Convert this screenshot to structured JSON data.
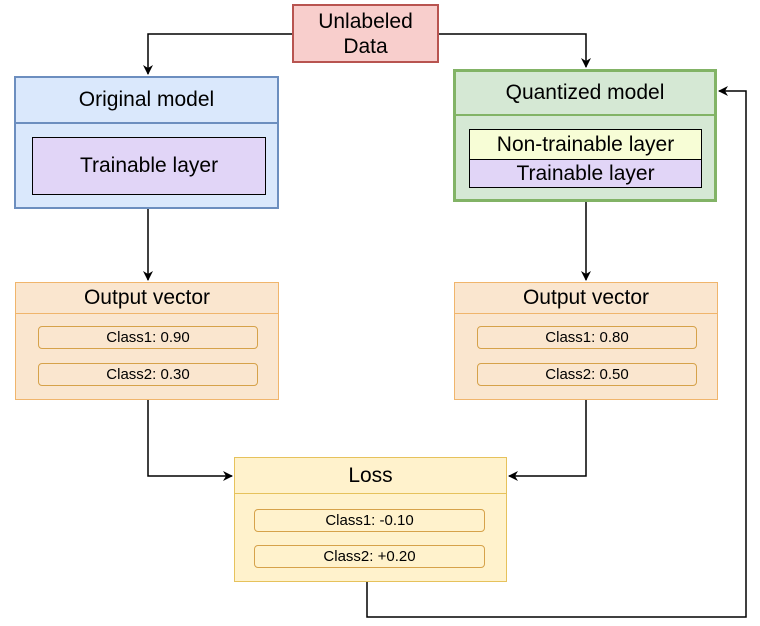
{
  "unlabeled_data": {
    "line1": "Unlabeled",
    "line2": "Data"
  },
  "original_model": {
    "title": "Original model",
    "layers": {
      "trainable": "Trainable layer"
    }
  },
  "quantized_model": {
    "title": "Quantized model",
    "layers": {
      "non_trainable": "Non-trainable layer",
      "trainable": "Trainable layer"
    }
  },
  "output_vector_original": {
    "title": "Output vector",
    "class1": "Class1: 0.90",
    "class2": "Class2: 0.30"
  },
  "output_vector_quantized": {
    "title": "Output vector",
    "class1": "Class1: 0.80",
    "class2": "Class2: 0.50"
  },
  "loss": {
    "title": "Loss",
    "class1": "Class1: -0.10",
    "class2": "Class2: +0.20"
  },
  "colors": {
    "unlabeled_fill": "#f8cecc",
    "unlabeled_stroke": "#b85450",
    "original_fill": "#dae8fc",
    "original_stroke": "#6c8ebf",
    "quantized_fill": "#d5e8d4",
    "quantized_stroke": "#82b366",
    "trainable_fill": "#e1d5f7",
    "non_trainable_fill": "#f7fdd6",
    "output_fill": "#fae6cf",
    "output_stroke": "#f0b56c",
    "loss_fill": "#fff2cc",
    "loss_stroke": "#e6c25c"
  }
}
